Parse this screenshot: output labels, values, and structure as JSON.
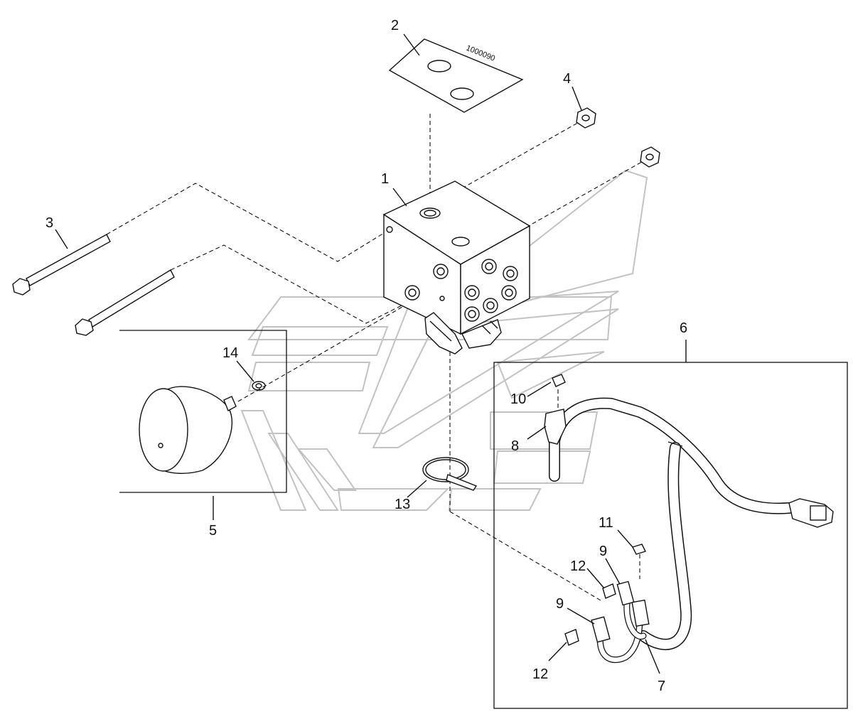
{
  "callouts": {
    "c1": "1",
    "c2": "2",
    "c3": "3",
    "c4": "4",
    "c5": "5",
    "c6": "6",
    "c7": "7",
    "c8": "8",
    "c9a": "9",
    "c9b": "9",
    "c10": "10",
    "c11": "11",
    "c12a": "12",
    "c12b": "12",
    "c13": "13",
    "c14": "14"
  },
  "plate": {
    "marking": "1000090"
  }
}
